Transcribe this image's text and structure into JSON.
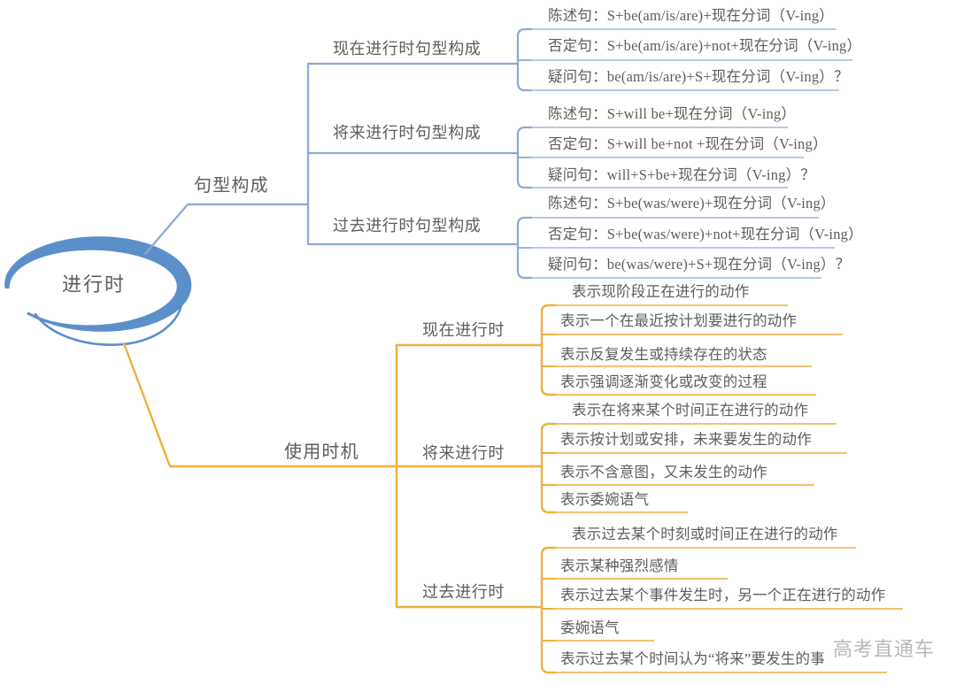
{
  "root": {
    "label": "进行时",
    "ellipse_color": "#5b8fc9"
  },
  "watermark": {
    "text": "高考直通车"
  },
  "colors": {
    "blue_branch": "#8ca9d4",
    "orange_branch": "#eeb03c",
    "blue_accent": "#5b8fc9",
    "text": "#5d5d5d"
  },
  "branches": [
    {
      "label": "句型构成",
      "color": "#8ca9d4",
      "groups": [
        {
          "label": "现在进行时句型构成",
          "leaves": [
            "陈述句：S+be(am/is/are)+现在分词（V-ing）",
            "否定句：S+be(am/is/are)+not+现在分词（V-ing）",
            "疑问句：be(am/is/are)+S+现在分词（V-ing）？"
          ]
        },
        {
          "label": "将来进行时句型构成",
          "leaves": [
            "陈述句：S+will be+现在分词（V-ing）",
            "否定句：S+will be+not +现在分词（V-ing）",
            "疑问句：will+S+be+现在分词（V-ing）？"
          ]
        },
        {
          "label": "过去进行时句型构成",
          "leaves": [
            "陈述句：S+be(was/were)+现在分词（V-ing）",
            "否定句：S+be(was/were)+not+现在分词（V-ing）",
            "疑问句：be(was/were)+S+现在分词（V-ing）？"
          ]
        }
      ]
    },
    {
      "label": "使用时机",
      "color": "#eeb03c",
      "groups": [
        {
          "label": "现在进行时",
          "leaves": [
            "表示现阶段正在进行的动作",
            "表示一个在最近按计划要进行的动作",
            "表示反复发生或持续存在的状态",
            "表示强调逐渐变化或改变的过程"
          ]
        },
        {
          "label": "将来进行时",
          "leaves": [
            "表示在将来某个时间正在进行的动作",
            "表示按计划或安排，未来要发生的动作",
            "表示不含意图，又未发生的动作",
            "表示委婉语气"
          ]
        },
        {
          "label": "过去进行时",
          "leaves": [
            "表示过去某个时刻或时间正在进行的动作",
            "表示某种强烈感情",
            "表示过去某个事件发生时，另一个正在进行的动作",
            "委婉语气",
            "表示过去某个时间认为“将来”要发生的事"
          ]
        }
      ]
    }
  ]
}
